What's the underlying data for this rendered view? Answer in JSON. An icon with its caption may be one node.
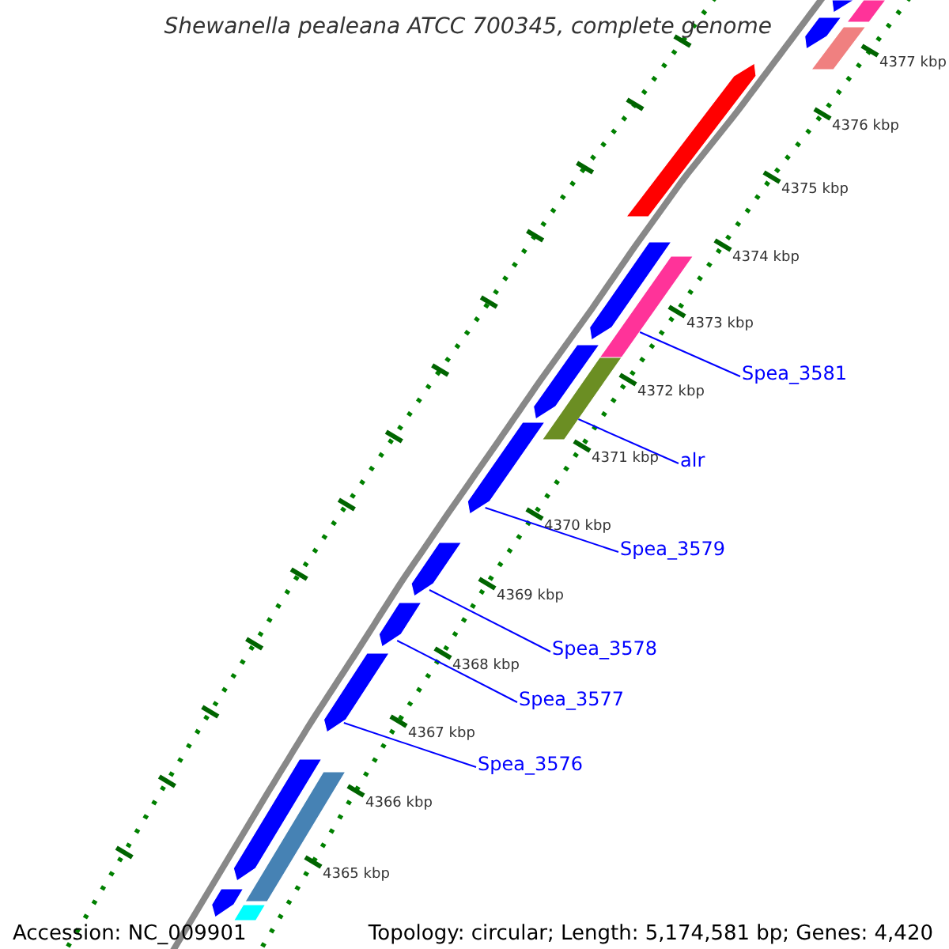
{
  "diagram": {
    "title": "Shewanella pealeana ATCC 700345, complete genome",
    "nodes": [
      {
        "text": [],
        "shape": "bar"
      },
      {
        "text": [],
        "shape": "bar"
      },
      {
        "text": [],
        "shape": "bar"
      },
      {
        "text": [],
        "shape": "bar"
      },
      {
        "text": [],
        "shape": "bar"
      },
      {
        "text": [],
        "shape": "bar"
      },
      {
        "text": [],
        "shape": "bar"
      },
      {
        "text": [],
        "shape": "bar"
      },
      {
        "text": [],
        "shape": "bar"
      },
      {
        "text": [],
        "shape": "bar"
      },
      {
        "text": [],
        "shape": "bar"
      },
      {
        "text": [],
        "shape": "bar"
      },
      {
        "text": [],
        "shape": "bar"
      },
      {
        "text": [],
        "shape": "bar"
      },
      {
        "text": [],
        "shape": "bar"
      },
      {
        "text": [],
        "shape": "bar"
      },
      {
        "text": [],
        "shape": "bar"
      },
      {
        "text": [
          "Spea_3581"
        ]
      },
      {
        "text": [
          "alr"
        ]
      },
      {
        "text": [
          "Spea_3579"
        ]
      },
      {
        "text": [
          "Spea_3578"
        ]
      },
      {
        "text": [
          "Spea_3577"
        ]
      },
      {
        "text": [
          "Spea_3576"
        ]
      }
    ],
    "edges": [
      {
        "from": 17,
        "to": 6,
        "arrow": "none"
      },
      {
        "from": 18,
        "to": 8,
        "arrow": "none"
      },
      {
        "from": 19,
        "to": 9,
        "arrow": "none"
      },
      {
        "from": 20,
        "to": 10,
        "arrow": "none"
      },
      {
        "from": 21,
        "to": 11,
        "arrow": "none"
      },
      {
        "from": 22,
        "to": 12,
        "arrow": "none"
      }
    ],
    "labels": [
      "4377 kbp",
      "4376 kbp",
      "4375 kbp",
      "4374 kbp",
      "4373 kbp",
      "4372 kbp",
      "4371 kbp",
      "4370 kbp",
      "4369 kbp",
      "4368 kbp",
      "4367 kbp",
      "4366 kbp",
      "4365 kbp",
      "Accession: NC_009901",
      "Topology: circular; Length: 5,174,581 bp; Genes: 4,420"
    ]
  }
}
